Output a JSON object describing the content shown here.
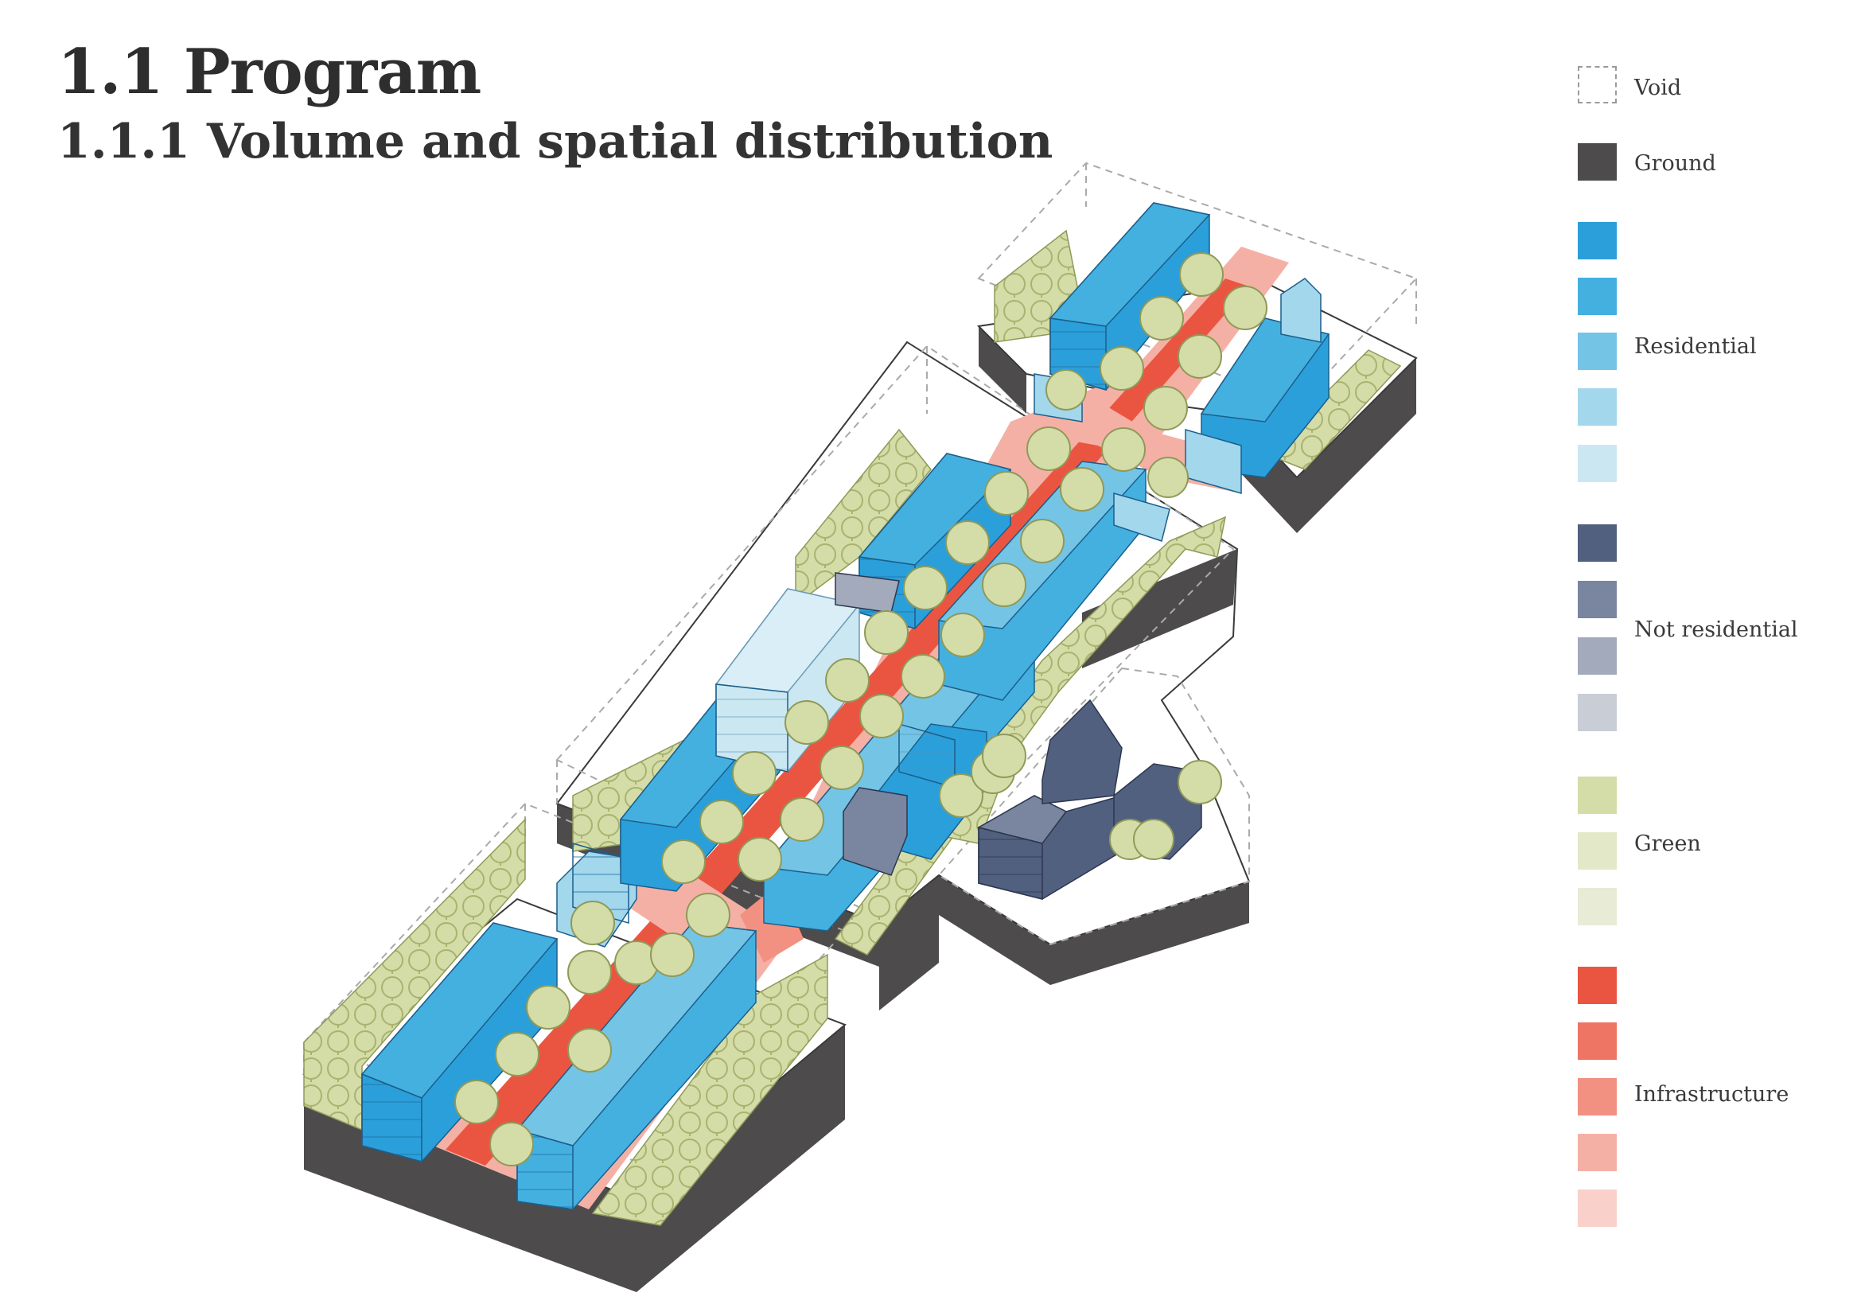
{
  "header": {
    "title": "1.1 Program",
    "subtitle": "1.1.1 Volume and spatial distribution"
  },
  "legend": {
    "void": {
      "label": "Void"
    },
    "ground": {
      "label": "Ground",
      "color": "#4d4b4c"
    },
    "residential": {
      "label": "Residential",
      "colors": [
        "#2b9fd9",
        "#44b0e0",
        "#74c4e6",
        "#a2d7ec",
        "#cbe8f2"
      ]
    },
    "not_residential": {
      "label": "Not residential",
      "colors": [
        "#52607f",
        "#7a86a0",
        "#a2aabb",
        "#c9cdd6"
      ]
    },
    "green": {
      "label": "Green",
      "colors": [
        "#d4dca8",
        "#e3e8c9",
        "#e8ebd6"
      ]
    },
    "infrastructure": {
      "label": "Infrastructure",
      "colors": [
        "#ea5541",
        "#ee7463",
        "#f29181",
        "#f5b0a5",
        "#f9d1ca"
      ]
    }
  }
}
